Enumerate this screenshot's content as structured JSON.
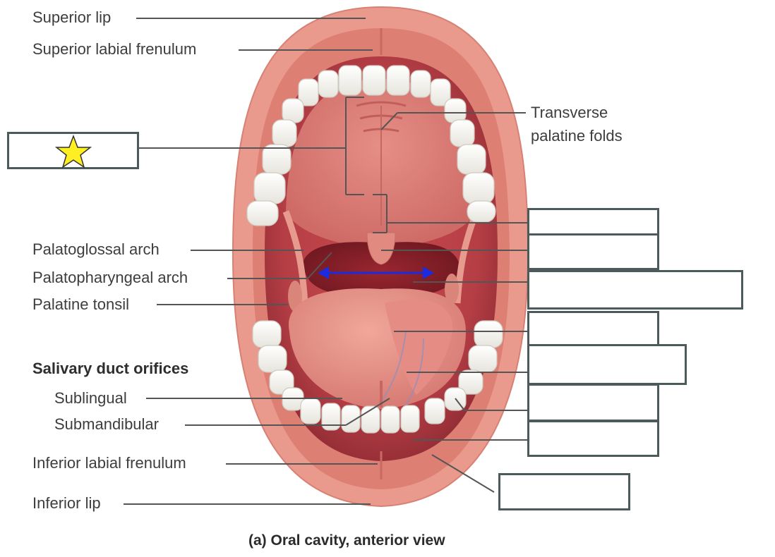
{
  "caption": "(a) Oral cavity, anterior view",
  "labels": {
    "superior_lip": "Superior lip",
    "superior_labial_frenulum": "Superior labial frenulum",
    "transverse_palatine_folds_1": "Transverse",
    "transverse_palatine_folds_2": "palatine folds",
    "palatoglossal_arch": "Palatoglossal arch",
    "palatopharyngeal_arch": "Palatopharyngeal arch",
    "palatine_tonsil": "Palatine tonsil",
    "salivary_duct_orifices": "Salivary duct orifices",
    "sublingual": "Sublingual",
    "submandibular": "Submandibular",
    "inferior_labial_frenulum": "Inferior labial frenulum",
    "inferior_lip": "Inferior lip"
  },
  "answer_boxes": [
    {
      "id": "hard-palate",
      "value": ""
    },
    {
      "id": "soft-palate",
      "value": ""
    },
    {
      "id": "uvula",
      "value": ""
    },
    {
      "id": "fauces",
      "value": ""
    },
    {
      "id": "tongue",
      "value": ""
    },
    {
      "id": "lingual-frenulum",
      "value": ""
    },
    {
      "id": "molar",
      "value": ""
    },
    {
      "id": "gingiva",
      "value": ""
    },
    {
      "id": "vestibule",
      "value": ""
    }
  ],
  "colors": {
    "star": "#ffee22",
    "arrow": "#1a2be0",
    "box_border": "#4b5a5a",
    "leader_line": "#555555"
  },
  "icons": {
    "star": "star-icon",
    "arrow": "double-arrow-icon"
  }
}
